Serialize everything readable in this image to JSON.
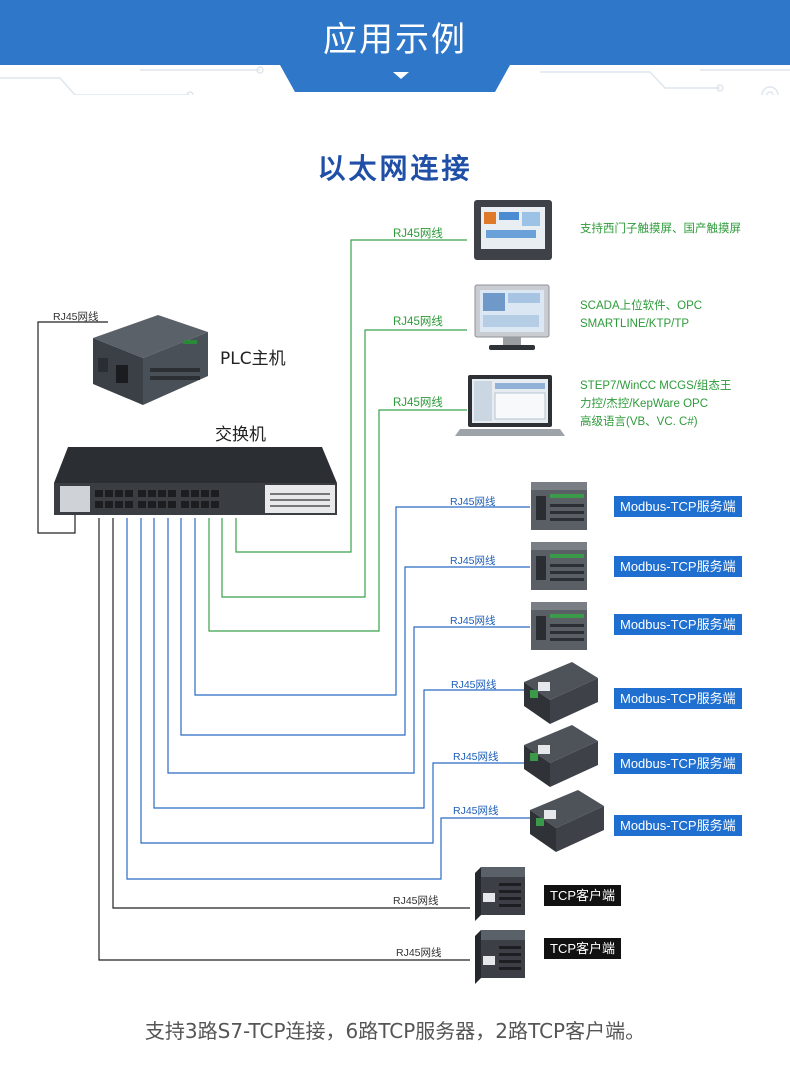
{
  "banner": {
    "title": "应用示例"
  },
  "diagram": {
    "title": "以太网连接",
    "plc_label": "PLC主机",
    "switch_label": "交换机",
    "cable_label": "RJ45网线",
    "hmi_desc": "支持西门子触摸屏、国产触摸屏",
    "scada_desc_1": "SCADA上位软件、OPC",
    "scada_desc_2": "SMARTLINE/KTP/TP",
    "laptop_desc_1": "STEP7/WinCC MCGS/组态王",
    "laptop_desc_2": "力控/杰控/KepWare OPC",
    "laptop_desc_3": "高级语言(VB、VC. C#)",
    "server_badge": "Modbus-TCP服务端",
    "client_badge": "TCP客户端"
  },
  "footer": {
    "text": "支持3路S7-TCP连接，6路TCP服务器，2路TCP客户端。"
  },
  "colors": {
    "banner_blue": "#2f77c9",
    "title_blue": "#1f4fa6",
    "green_text": "#2e9b3a",
    "badge_blue": "#1e6fd0"
  }
}
